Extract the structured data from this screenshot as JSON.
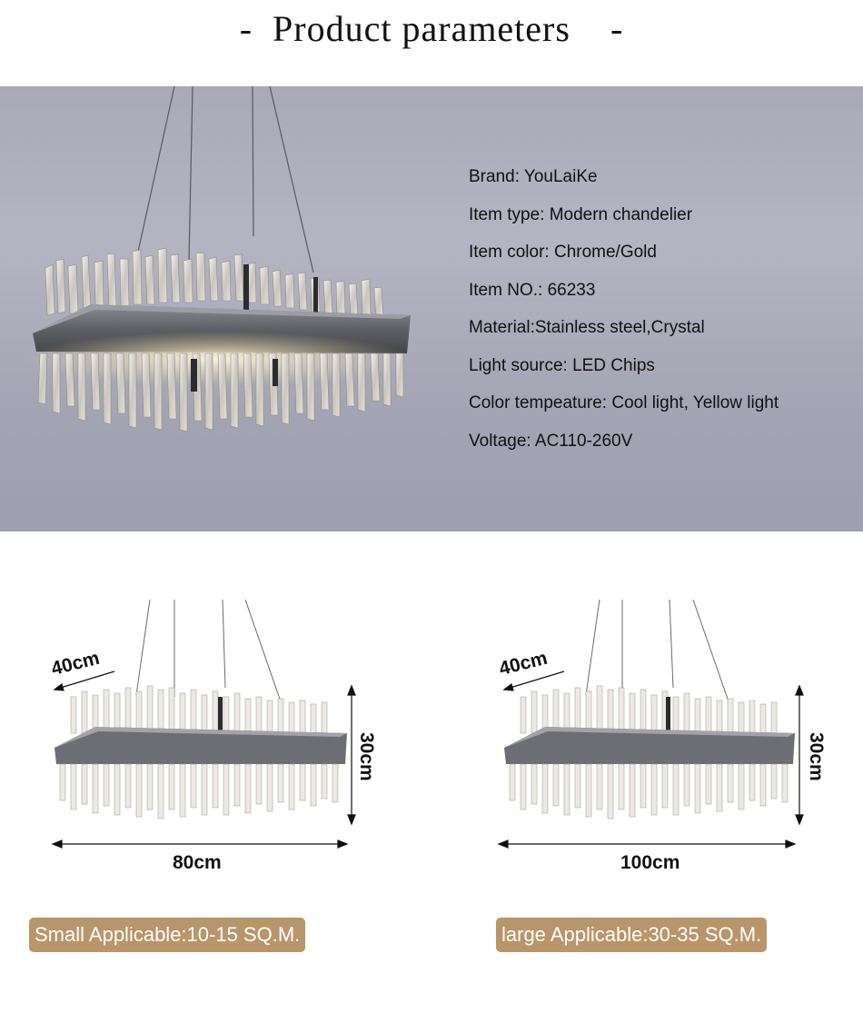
{
  "page": {
    "title": "-  Product parameters    -"
  },
  "params": [
    "Brand: YouLaiKe",
    "Item type: Modern chandelier",
    "Item color: Chrome/Gold",
    "Item NO.: 66233",
    "Material:Stainless steel,Crystal",
    "Light source:  LED Chips",
    "Color tempeature: Cool light, Yellow light",
    "Voltage: AC110-260V"
  ],
  "sizes": {
    "small": {
      "depth": "40cm",
      "height": "30cm",
      "width": "80cm",
      "badge": "Small Applicable:10-15 SQ.M."
    },
    "large": {
      "depth": "40cm",
      "height": "30cm",
      "width": "100cm",
      "badge": "large Applicable:30-35 SQ.M."
    }
  },
  "colors": {
    "hero_bg": "#acadbb",
    "badge_bg": "#b9956a",
    "badge_text": "#ffffff",
    "frame": "#6d6e74"
  },
  "icons": [
    "chandelier-image",
    "dimension-arrow"
  ]
}
